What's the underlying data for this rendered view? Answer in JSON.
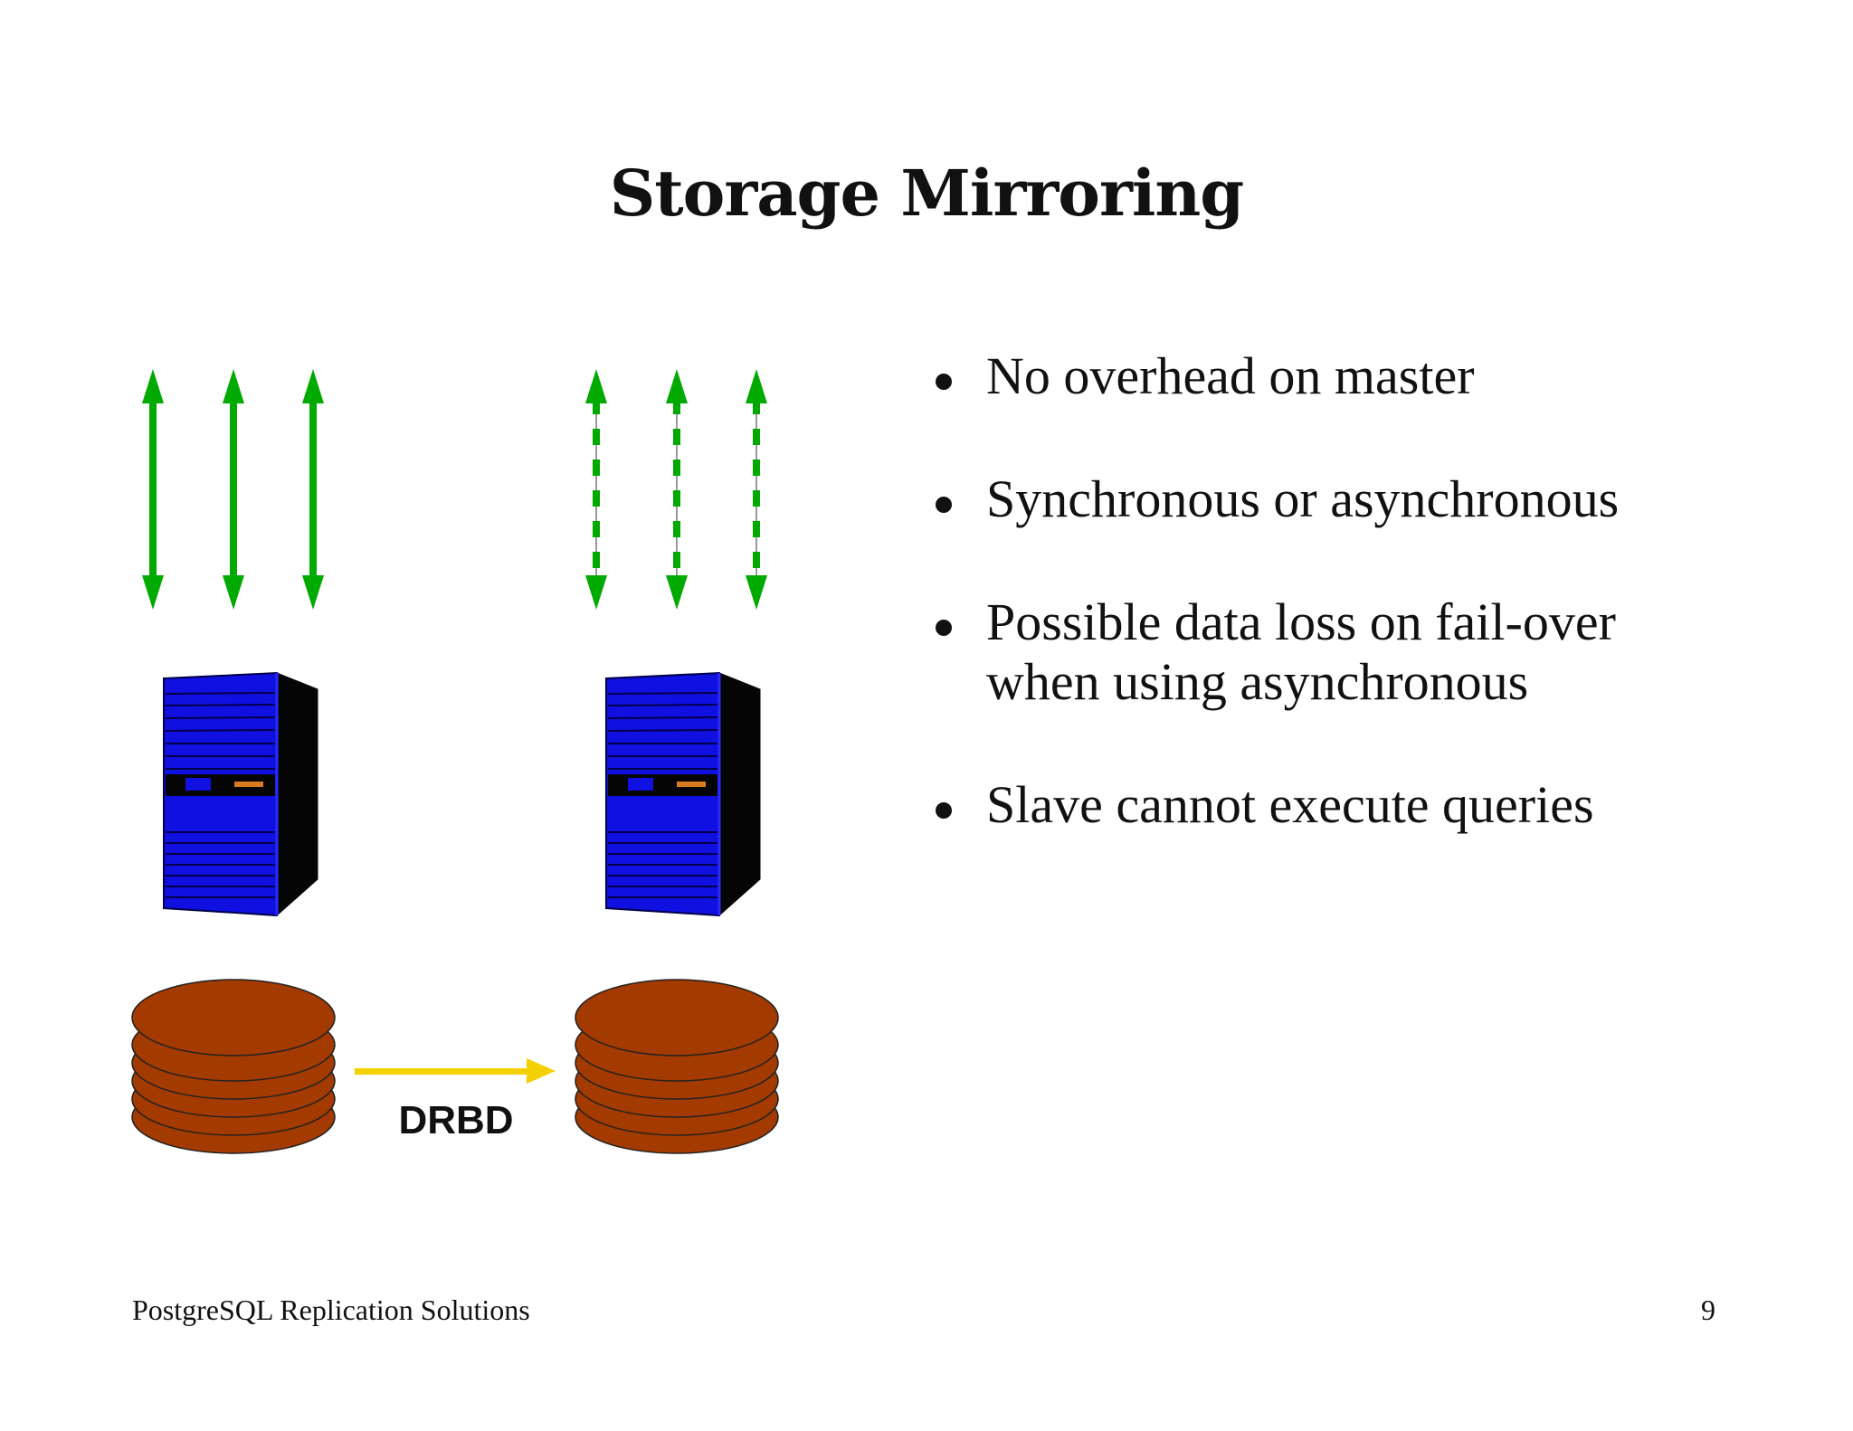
{
  "slide": {
    "title": "Storage Mirroring",
    "footer_left": "PostgreSQL Replication Solutions",
    "page_number": "9"
  },
  "diagram": {
    "link_label": "DRBD",
    "colors": {
      "arrow": "#00aa00",
      "server_front": "#1010e0",
      "server_side": "#050505",
      "disk": "#a33a00",
      "replication_arrow": "#f5d000"
    }
  },
  "bullets": [
    {
      "text": "No overhead on master"
    },
    {
      "text": "Synchronous or asynchronous"
    },
    {
      "text": "Possible data loss on fail-over",
      "continuation": "when using asynchronous"
    },
    {
      "text": "Slave cannot execute queries"
    }
  ]
}
